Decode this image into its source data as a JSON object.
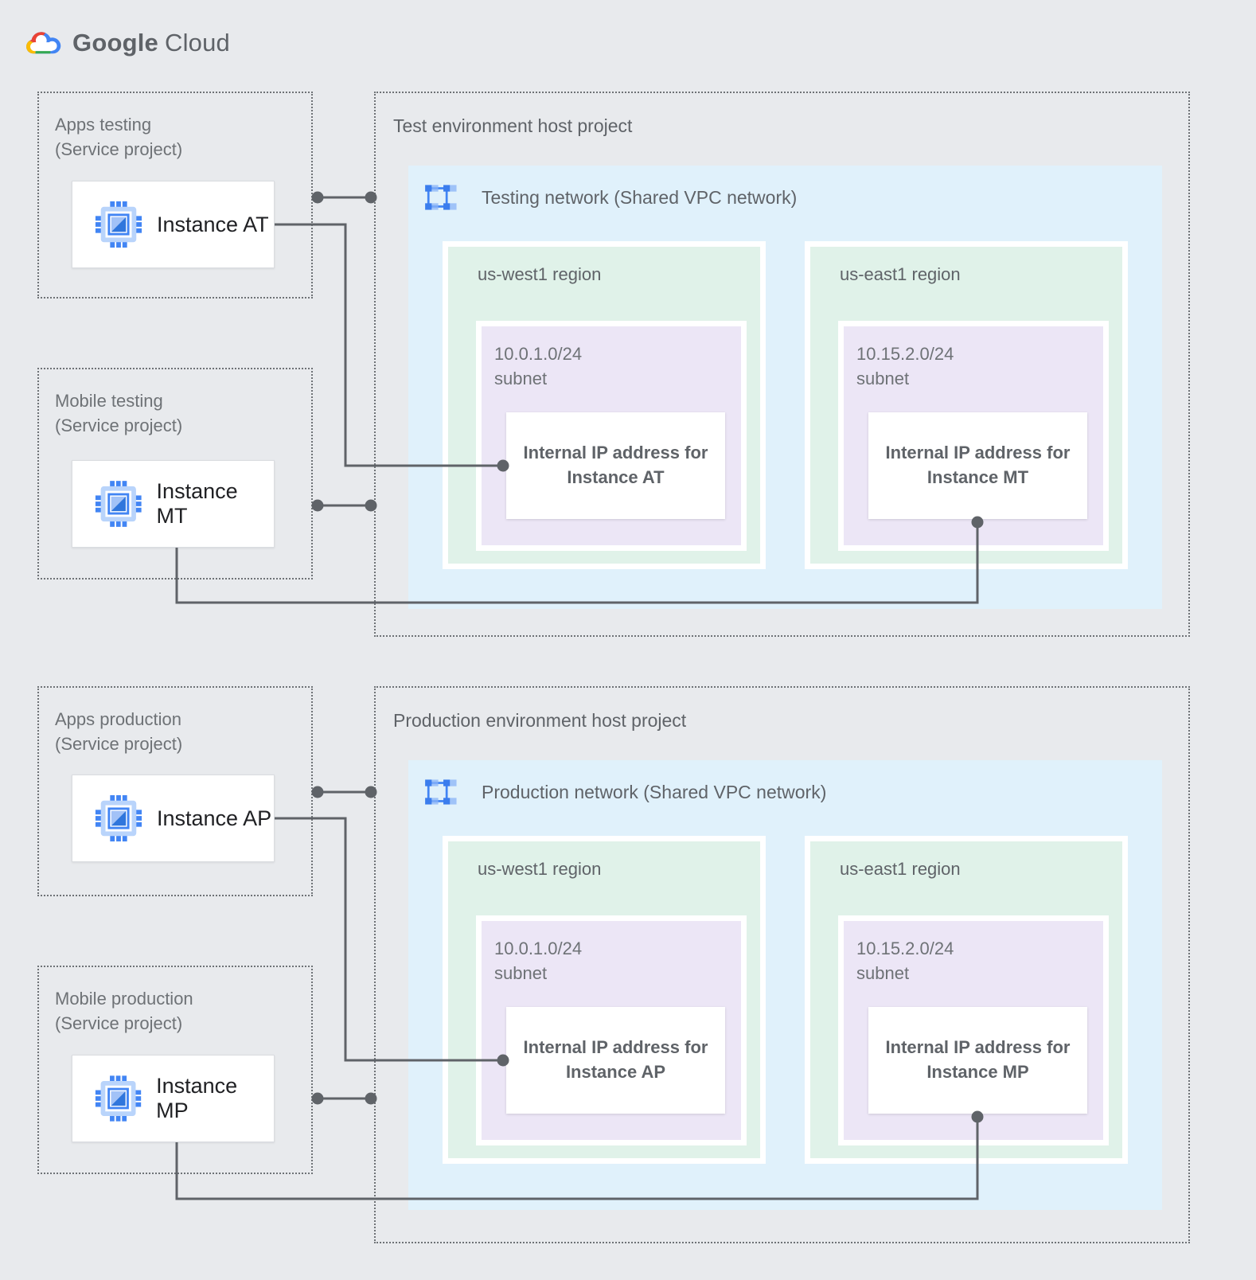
{
  "logo": {
    "brand": "Google",
    "product": "Cloud"
  },
  "sections": [
    {
      "id": "test",
      "host_project": {
        "title": "Test environment host project"
      },
      "network": {
        "label": "Testing network (Shared VPC network)"
      },
      "service_projects": [
        {
          "name": "Apps testing",
          "type": "(Service project)",
          "instance": "Instance AT"
        },
        {
          "name": "Mobile testing",
          "type": "(Service project)",
          "instance": "Instance MT"
        }
      ],
      "regions": [
        {
          "name": "us-west1 region",
          "cidr": "10.0.1.0/24",
          "subnet_word": "subnet",
          "ip_line1": "Internal IP address for",
          "ip_line2": "Instance AT"
        },
        {
          "name": "us-east1 region",
          "cidr": "10.15.2.0/24",
          "subnet_word": "subnet",
          "ip_line1": "Internal IP address for",
          "ip_line2": "Instance MT"
        }
      ]
    },
    {
      "id": "production",
      "host_project": {
        "title": "Production environment host project"
      },
      "network": {
        "label": "Production network (Shared VPC network)"
      },
      "service_projects": [
        {
          "name": "Apps production",
          "type": "(Service project)",
          "instance": "Instance AP"
        },
        {
          "name": "Mobile production",
          "type": "(Service project)",
          "instance": "Instance MP"
        }
      ],
      "regions": [
        {
          "name": "us-west1 region",
          "cidr": "10.0.1.0/24",
          "subnet_word": "subnet",
          "ip_line1": "Internal IP address for",
          "ip_line2": "Instance AP"
        },
        {
          "name": "us-east1 region",
          "cidr": "10.15.2.0/24",
          "subnet_word": "subnet",
          "ip_line1": "Internal IP address for",
          "ip_line2": "Instance MP"
        }
      ]
    }
  ],
  "colors": {
    "background": "#E8EAED",
    "vpc_fill": "#E0F1FB",
    "region_fill": "#E0F2E9",
    "subnet_fill": "#ECE6F6",
    "connector": "#5F6368",
    "accent_blue": "#4285F4"
  }
}
